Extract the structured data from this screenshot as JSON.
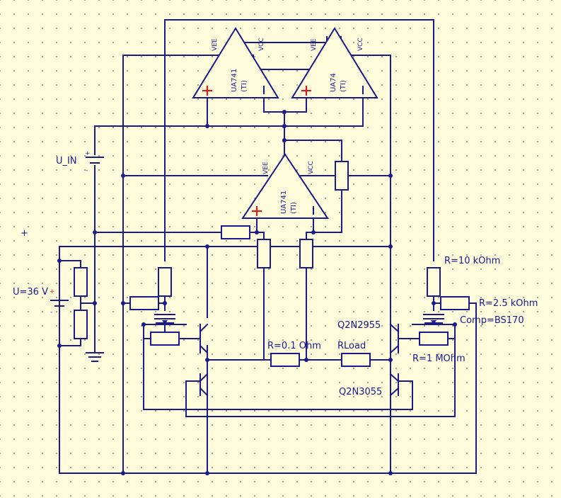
{
  "canvas": {
    "background": "#fffcdc",
    "wire_color": "#1a1a8c",
    "plus_color": "#d02020"
  },
  "opamps": [
    {
      "name": "UA741",
      "sub": "(TI)",
      "vee": "VEE",
      "vcc": "VCC",
      "minus": "-",
      "plus": "+"
    },
    {
      "name": "UA74",
      "sub": "(TI)",
      "vee": "VEE",
      "vcc": "VCC",
      "minus": "-",
      "plus": "+"
    },
    {
      "name": "UA741",
      "sub": "(TI)",
      "vee": "VEE",
      "vcc": "VCC",
      "minus": "-",
      "plus": "+"
    }
  ],
  "labels": {
    "u_in": "U_IN",
    "u36": "U=36 V",
    "r10k": "R=10 kOhm",
    "r25k": "R=2.5 kOhm",
    "comp": "Comp=BS170",
    "q2n2955": "Q2N2955",
    "r01": "R=0.1 Ohm",
    "rload": "RLoad",
    "r1m": "R=1 MOhm",
    "q2n3055": "Q2N3055",
    "cursor": "+",
    "bat_plus": "+",
    "bat_minus": "-"
  }
}
